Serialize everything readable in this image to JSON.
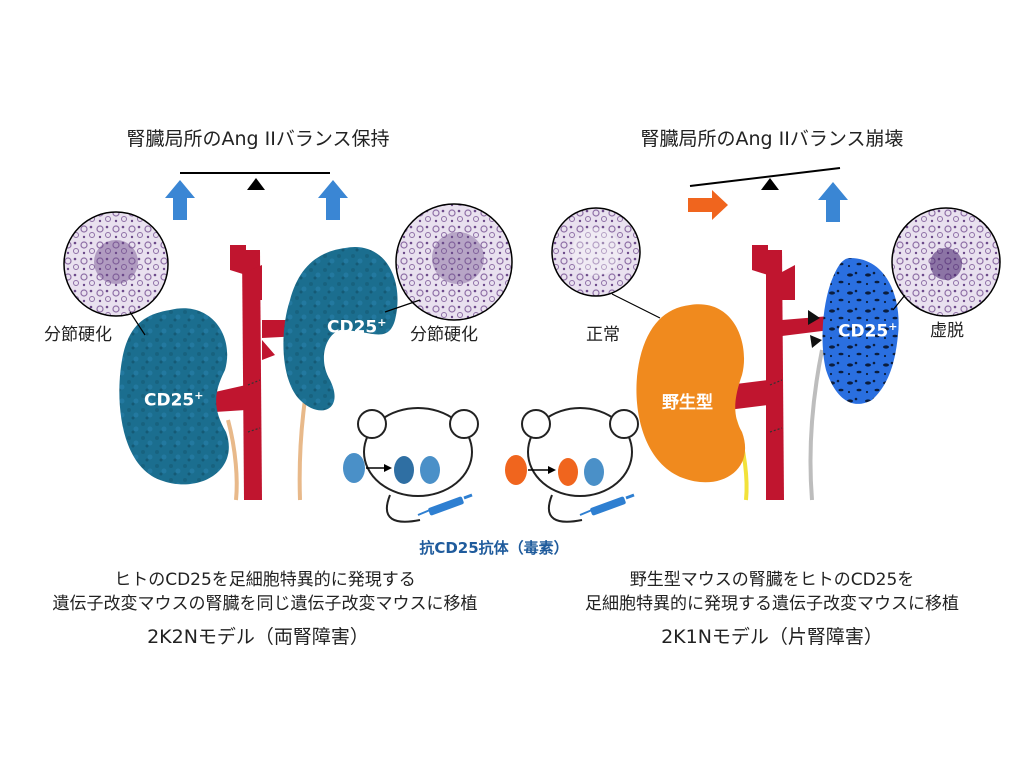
{
  "left": {
    "title": "腎臓局所のAng IIバランス保持",
    "label_left_kidney": "分節硬化",
    "label_right_kidney": "分節硬化",
    "kidney_left_marker": "CD25",
    "kidney_right_marker": "CD25",
    "plus": "+",
    "desc_line1": "ヒトのCD25を足細胞特異的に発現する",
    "desc_line2": "遺伝子改変マウスの腎臓を同じ遺伝子改変マウスに移植",
    "model": "2K2Nモデル（両腎障害）"
  },
  "right": {
    "title": "腎臓局所のAng IIバランス崩壊",
    "label_left_kidney": "正常",
    "label_right_kidney": "虚脱",
    "kidney_left_marker": "野生型",
    "kidney_right_marker": "CD25",
    "plus": "+",
    "desc_line1": "野生型マウスの腎臓をヒトのCD25を",
    "desc_line2": "足細胞特異的に発現する遺伝子改変マウスに移植",
    "model": "2K1Nモデル（片腎障害）"
  },
  "antibody_label": "抗CD25抗体（毒素）",
  "colors": {
    "kidney_cd25": "#1b6e8f",
    "kidney_wildtype": "#f08a1e",
    "vessel": "#c0152f",
    "arrow_blue": "#3a86d4",
    "arrow_orange": "#f0651e",
    "ureter_left": "#e8b98a",
    "ureter_yellow": "#f2e23a",
    "ureter_gray": "#bdbdbd",
    "kidney_collapsed": "#1f5fd6",
    "histology": "#b9a5c7"
  },
  "icons": [
    "histology-circle",
    "kidney",
    "renal-artery",
    "balance-beam",
    "up-arrow",
    "right-arrow",
    "mouse-outline",
    "syringe"
  ]
}
